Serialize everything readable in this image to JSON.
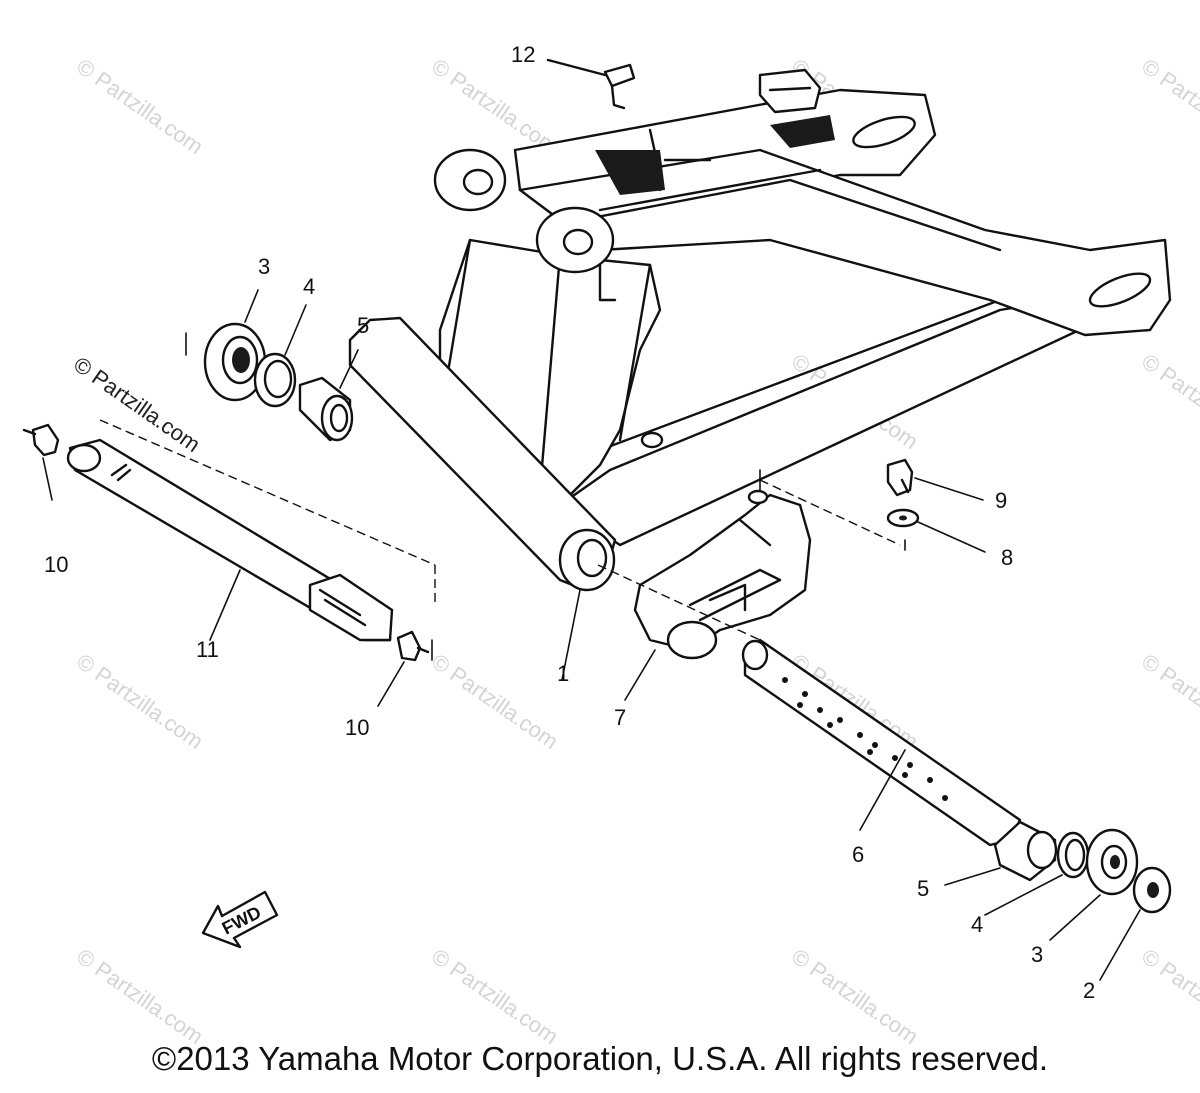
{
  "diagram": {
    "callouts": [
      "12",
      "3",
      "4",
      "5",
      "10",
      "11",
      "10",
      "1",
      "7",
      "9",
      "8",
      "6",
      "5",
      "4",
      "3",
      "2"
    ],
    "direction_label": "FWD",
    "watermark_text": "© Partzilla.com"
  },
  "footer": {
    "copyright": "©2013 Yamaha Motor Corporation, U.S.A. All rights reserved."
  }
}
